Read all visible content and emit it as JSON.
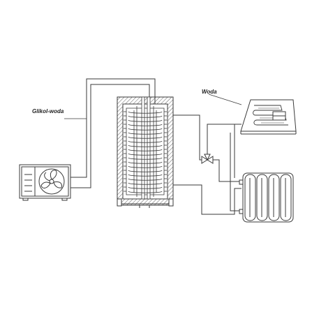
{
  "labels": {
    "glycol_loop": "Glikol-woda",
    "water_loop": "Woda"
  },
  "components": [
    {
      "name": "heat-pump-outdoor-unit"
    },
    {
      "name": "hot-water-storage-tank"
    },
    {
      "name": "three-way-valve"
    },
    {
      "name": "underfloor-heating-coil"
    },
    {
      "name": "radiator"
    }
  ],
  "colors": {
    "line": "#3a3a3a",
    "background": "#ffffff"
  }
}
